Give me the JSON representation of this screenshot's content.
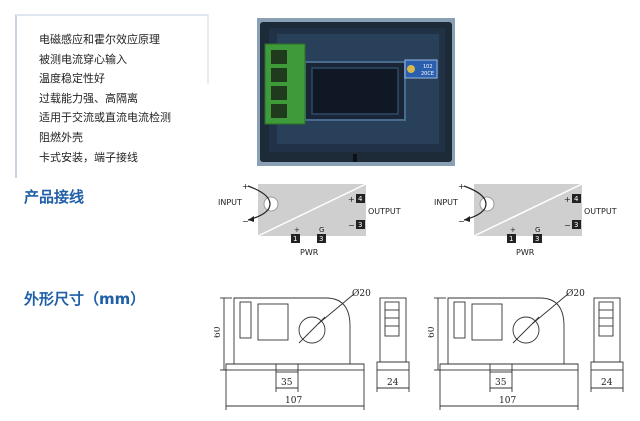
{
  "features": {
    "items": [
      "电磁感应和霍尔效应原理",
      "被测电流穿心输入",
      "温度稳定性好",
      "过载能力强、高隔离",
      "适用于交流或直流电流检测",
      "阻燃外壳",
      "卡式安装，端子接线"
    ]
  },
  "photo": {
    "pot_text_1": "102",
    "pot_text_2": "20CE"
  },
  "wiring_section": {
    "title": "产品接线",
    "diagrams": [
      {
        "input_label": "INPUT",
        "input_plus": "+",
        "input_minus": "−",
        "output_label": "OUTPUT",
        "out_plus": "+",
        "out_plus_terminal": "4",
        "out_minus": "−",
        "out_minus_terminal": "3",
        "pwr_label": "PWR",
        "pwr_plus": "+",
        "pwr_plus_terminal": "1",
        "pwr_g": "G",
        "pwr_g_terminal": "3"
      },
      {
        "input_label": "INPUT",
        "input_plus": "+",
        "input_minus": "−",
        "output_label": "OUTPUT",
        "out_plus": "+",
        "out_plus_terminal": "4",
        "out_minus": "−",
        "out_minus_terminal": "3",
        "pwr_label": "PWR",
        "pwr_plus": "+",
        "pwr_plus_terminal": "1",
        "pwr_g": "G",
        "pwr_g_terminal": "3"
      }
    ]
  },
  "dims_section": {
    "title": "外形尺寸（mm）",
    "drawings": [
      {
        "diameter": "Ø20",
        "height": "60",
        "inner_width": "35",
        "total_width": "107",
        "depth": "24"
      },
      {
        "diameter": "Ø20",
        "height": "60",
        "inner_width": "35",
        "total_width": "107",
        "depth": "24"
      }
    ]
  },
  "colors": {
    "heading": "#1f5fa8",
    "box_fill": "#d0d0d0",
    "terminal_green": "#3f9a3a",
    "pcb_blue": "#1f3a5c"
  }
}
